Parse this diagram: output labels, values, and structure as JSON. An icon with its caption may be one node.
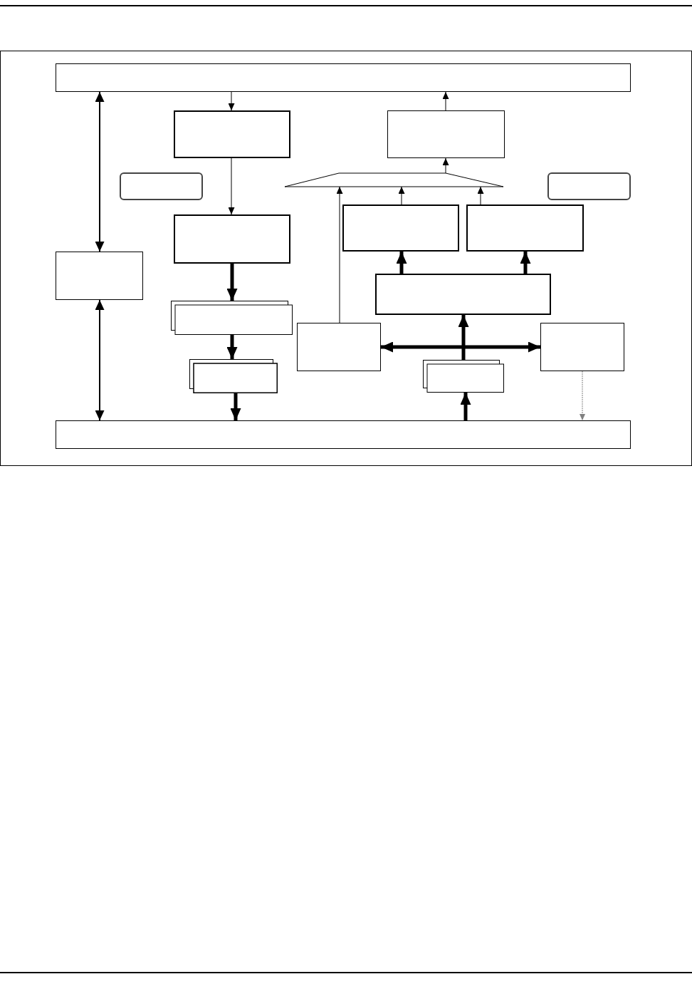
{
  "diagram": {
    "nodes": [
      {
        "text": [],
        "shape": "box"
      },
      {
        "text": [],
        "shape": "box"
      },
      {
        "text": [],
        "shape": "box"
      },
      {
        "text": [],
        "shape": "rounded"
      },
      {
        "text": [],
        "shape": "trapezoid"
      },
      {
        "text": [],
        "shape": "rounded"
      },
      {
        "text": [],
        "shape": "box"
      },
      {
        "text": [],
        "shape": "box"
      },
      {
        "text": [],
        "shape": "box"
      },
      {
        "text": [],
        "shape": "box"
      },
      {
        "text": [],
        "shape": "box"
      },
      {
        "text": [],
        "shape": "stack"
      },
      {
        "text": [],
        "shape": "box"
      },
      {
        "text": [],
        "shape": "box"
      },
      {
        "text": [],
        "shape": "stack"
      },
      {
        "text": [],
        "shape": "stack"
      },
      {
        "text": [],
        "shape": "box"
      }
    ],
    "edges": [
      {
        "from": 0,
        "to": 1,
        "arrow": "to"
      },
      {
        "from": 1,
        "to": 8,
        "arrow": "to"
      },
      {
        "from": 2,
        "to": 0,
        "arrow": "to"
      },
      {
        "from": 4,
        "to": 2,
        "arrow": "to"
      },
      {
        "from": 6,
        "to": 4,
        "arrow": "to"
      },
      {
        "from": 7,
        "to": 4,
        "arrow": "to"
      },
      {
        "from": 12,
        "to": 4,
        "arrow": "to"
      },
      {
        "from": 10,
        "to": 6,
        "arrow": "to",
        "style": "thick"
      },
      {
        "from": 10,
        "to": 7,
        "arrow": "to",
        "style": "thick"
      },
      {
        "from": 0,
        "to": 9,
        "arrow": "both"
      },
      {
        "from": 9,
        "to": 16,
        "arrow": "both"
      },
      {
        "from": 8,
        "to": 11,
        "arrow": "to",
        "style": "thick"
      },
      {
        "from": 11,
        "to": 14,
        "arrow": "to",
        "style": "thick"
      },
      {
        "from": 14,
        "to": 16,
        "arrow": "to",
        "style": "thick"
      },
      {
        "from": 16,
        "to": 15,
        "arrow": "to",
        "style": "thick"
      },
      {
        "from": 15,
        "to": 10,
        "arrow": "to",
        "style": "thick"
      },
      {
        "from": 12,
        "to": 13,
        "arrow": "both",
        "style": "thick"
      },
      {
        "from": 13,
        "to": 16,
        "arrow": "to",
        "style": "dashed",
        "color": "#808080"
      }
    ]
  }
}
